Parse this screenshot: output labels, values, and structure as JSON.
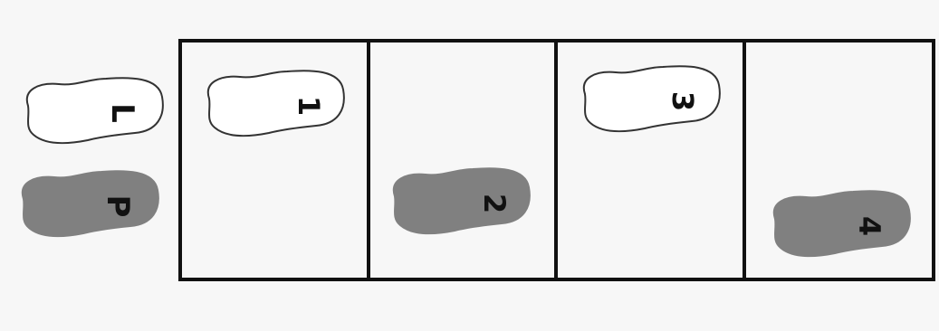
{
  "colors": {
    "background": "#f7f7f7",
    "grid_line": "#111111",
    "left_foot_fill": "#ffffff",
    "left_foot_stroke": "#333333",
    "right_foot_fill": "#808080",
    "label": "#111111"
  },
  "legend": {
    "left": {
      "label": "L",
      "style": "outline"
    },
    "right": {
      "label": "P",
      "style": "filled"
    }
  },
  "steps": [
    {
      "label": "1",
      "foot": "left",
      "box": 1
    },
    {
      "label": "2",
      "foot": "right",
      "box": 2
    },
    {
      "label": "3",
      "foot": "left",
      "box": 3
    },
    {
      "label": "4",
      "foot": "right",
      "box": 4
    }
  ]
}
